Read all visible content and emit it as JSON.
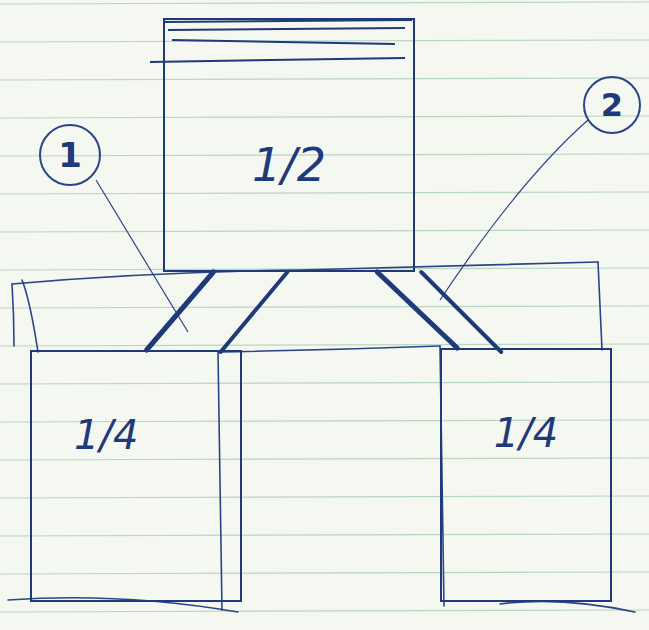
{
  "diagram": {
    "nodes": [
      {
        "text": [
          "1/2"
        ]
      },
      {
        "text": [
          "1/4"
        ]
      },
      {
        "text": [
          "1/4"
        ]
      }
    ],
    "edges": [
      {
        "from": 0,
        "to": 1,
        "arrow": "none"
      },
      {
        "from": 0,
        "to": 2,
        "arrow": "none"
      }
    ],
    "labels": [
      "1",
      "2"
    ]
  }
}
